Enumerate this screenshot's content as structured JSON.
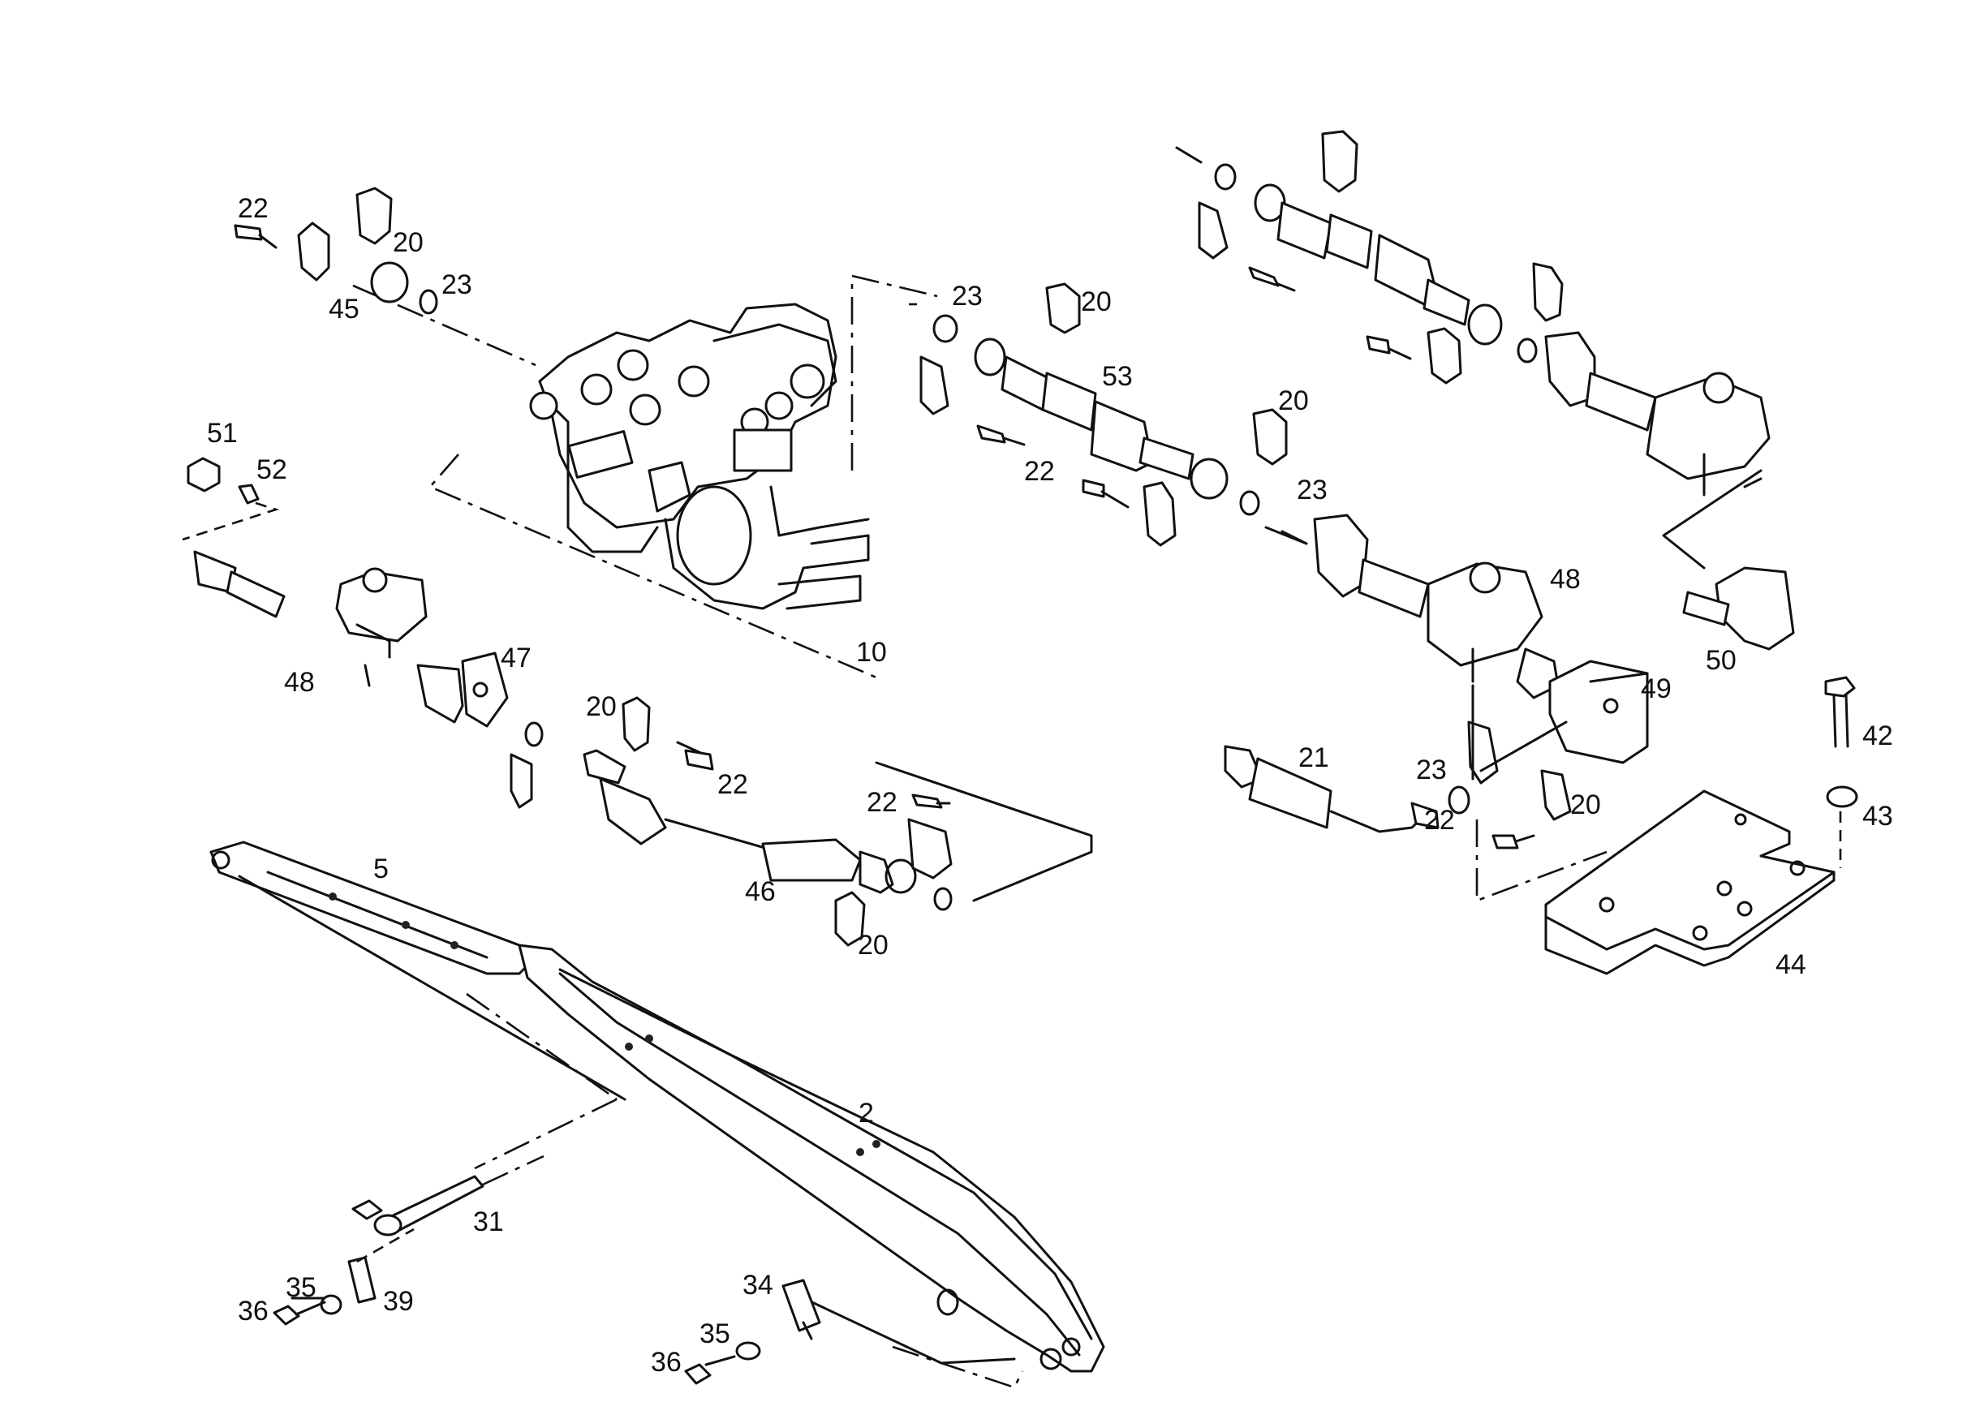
{
  "callouts": {
    "c_22_topleft": "22",
    "c_20_topleft": "20",
    "c_45": "45",
    "c_23_topleft": "23",
    "c_51": "51",
    "c_52": "52",
    "c_10": "10",
    "c_23_mid": "23",
    "c_20_mid": "20",
    "c_53": "53",
    "c_20_mid2": "20",
    "c_22_mid": "22",
    "c_23_mid2": "23",
    "c_48_right": "48",
    "c_50": "50",
    "c_49": "49",
    "c_48_left": "48",
    "c_47": "47",
    "c_20_low": "20",
    "c_22_low": "22",
    "c_22_low2": "22",
    "c_46": "46",
    "c_20_low2": "20",
    "c_21": "21",
    "c_23_right": "23",
    "c_22_right": "22",
    "c_20_right": "20",
    "c_42": "42",
    "c_43": "43",
    "c_44": "44",
    "c_5": "5",
    "c_2": "2",
    "c_31": "31",
    "c_35_left": "35",
    "c_39": "39",
    "c_36_left": "36",
    "c_34": "34",
    "c_35_right": "35",
    "c_36_right": "36"
  }
}
